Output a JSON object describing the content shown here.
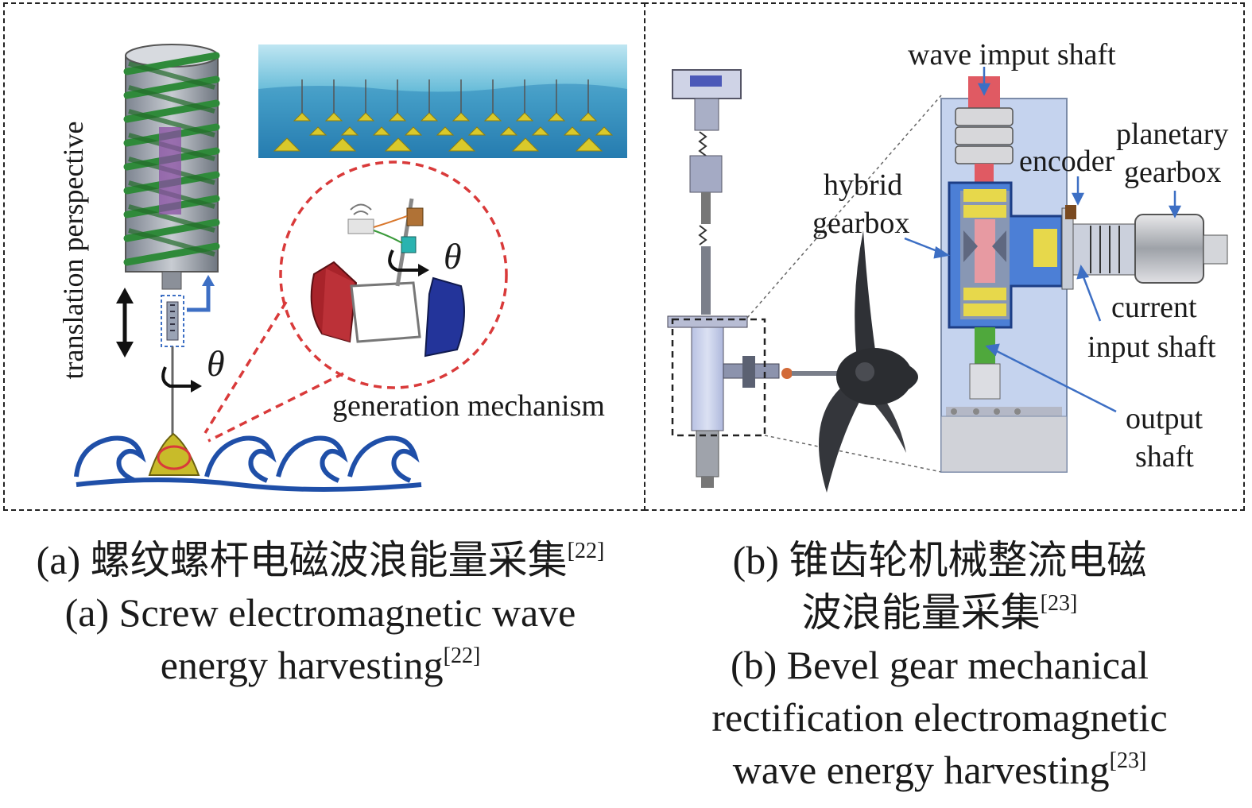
{
  "panel_a": {
    "labels": {
      "vertical": "translation perspective",
      "theta_small": "θ",
      "theta_large": "θ",
      "generation": "generation mechanism"
    },
    "caption": {
      "zh_prefix": "(a) 螺纹螺杆电磁波浪能量采集",
      "zh_ref": "[22]",
      "en_line1": "(a) Screw electromagnetic wave",
      "en_line2_text": "energy harvesting",
      "en_ref": "[22]"
    }
  },
  "panel_b": {
    "labels": {
      "wave_input": "wave imput shaft",
      "planetary_1": "planetary",
      "planetary_2": "gearbox",
      "encoder": "encoder",
      "hybrid_1": "hybrid",
      "hybrid_2": "gearbox",
      "current_1": "current",
      "current_2": "input shaft",
      "output_1": "output",
      "output_2": "shaft"
    },
    "caption": {
      "zh_line1": "(b) 锥齿轮机械整流电磁",
      "zh_line2": "波浪能量采集",
      "zh_ref": "[23]",
      "en_line1": "(b) Bevel gear mechanical",
      "en_line2": "rectification electromagnetic",
      "en_line3_text": "wave energy harvesting",
      "en_ref": "[23]"
    }
  },
  "colors": {
    "helix": "#2f8a3a",
    "magnet_red": "#a8232a",
    "magnet_blue": "#23349a",
    "dashed_circle": "#d93a3a",
    "buoy": "#c8bb2a",
    "wave": "#1f4fa8",
    "housing_blue": "#4c7fd6",
    "shaft_red": "#e05a63",
    "gear_yellow": "#e7d84b",
    "shaft_green": "#4fa83c",
    "arrow_blue": "#3d6fc4"
  }
}
